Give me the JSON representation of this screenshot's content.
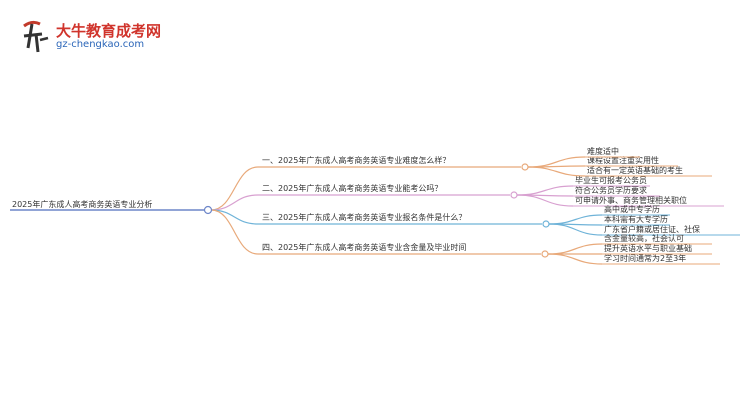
{
  "logo": {
    "title": "大牛教育成考网",
    "url": "gz-chengkao.com"
  },
  "root": "2025年广东成人高考商务英语专业分析",
  "branches": [
    {
      "label": "一、2025年广东成人高考商务英语专业难度怎么样？",
      "color": "#e8a97a",
      "leaves": [
        "难度适中",
        "课程设置注重实用性",
        "适合有一定英语基础的考生"
      ]
    },
    {
      "label": "二、2025年广东成人高考商务英语专业能考公吗？",
      "color": "#d8a0d0",
      "leaves": [
        "毕业生可报考公务员",
        "符合公务员学历要求",
        "可申请外事、商务管理相关职位"
      ]
    },
    {
      "label": "三、2025年广东成人高考商务英语专业报名条件是什么？",
      "color": "#6fb3d8",
      "leaves": [
        "高中或中专学历",
        "本科需有大专学历",
        "广东省户籍或居住证、社保"
      ]
    },
    {
      "label": "四、2025年广东成人高考商务英语专业含金量及毕业时间",
      "color": "#e8a97a",
      "leaves": [
        "含金量较高，社会认可",
        "提升英语水平与职业基础",
        "学习时间通常为2至3年"
      ]
    }
  ]
}
